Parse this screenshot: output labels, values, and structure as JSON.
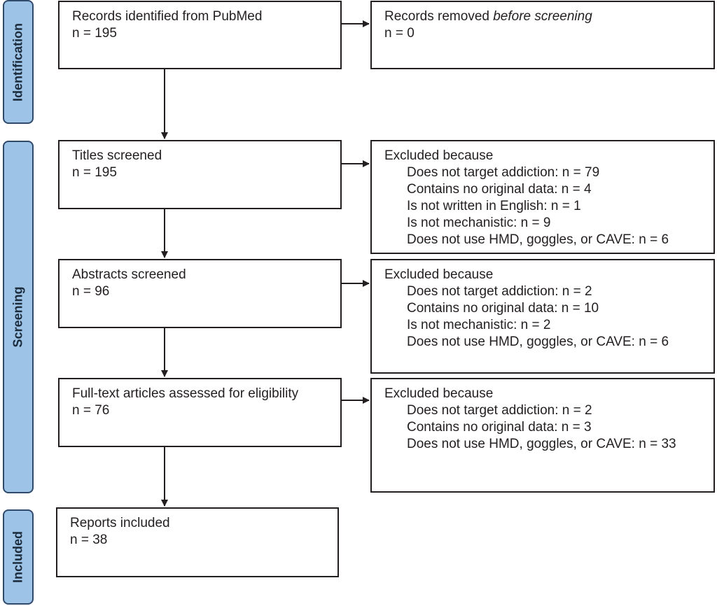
{
  "stages": {
    "identification": "Identification",
    "screening": "Screening",
    "included": "Included"
  },
  "identified": {
    "title": "Records identified from PubMed",
    "count": "n = 195"
  },
  "removed": {
    "title_start": "Records removed ",
    "title_emph": "before screening",
    "count": "n = 0"
  },
  "titles": {
    "title": "Titles screened",
    "count": "n = 195"
  },
  "titles_excluded": {
    "title": "Excluded because",
    "reasons": [
      "Does not target addiction: n = 79",
      "Contains no original data: n = 4",
      "Is not written in English: n = 1",
      "Is not mechanistic: n = 9",
      "Does not use HMD, goggles, or CAVE: n = 6"
    ]
  },
  "abstracts": {
    "title": "Abstracts screened",
    "count": "n = 96"
  },
  "abstracts_excluded": {
    "title": "Excluded because",
    "reasons": [
      "Does not target addiction: n = 2",
      "Contains no original data: n = 10",
      "Is not mechanistic: n = 2",
      "Does not use HMD, goggles, or CAVE: n = 6"
    ]
  },
  "fulltext": {
    "title": "Full-text articles assessed for eligibility",
    "count": "n = 76"
  },
  "fulltext_excluded": {
    "title": "Excluded because",
    "reasons": [
      "Does not target addiction: n = 2",
      "Contains no original data: n = 3",
      "Does not use HMD, goggles, or CAVE: n = 33"
    ]
  },
  "included": {
    "title": "Reports included",
    "count": "n = 38"
  }
}
